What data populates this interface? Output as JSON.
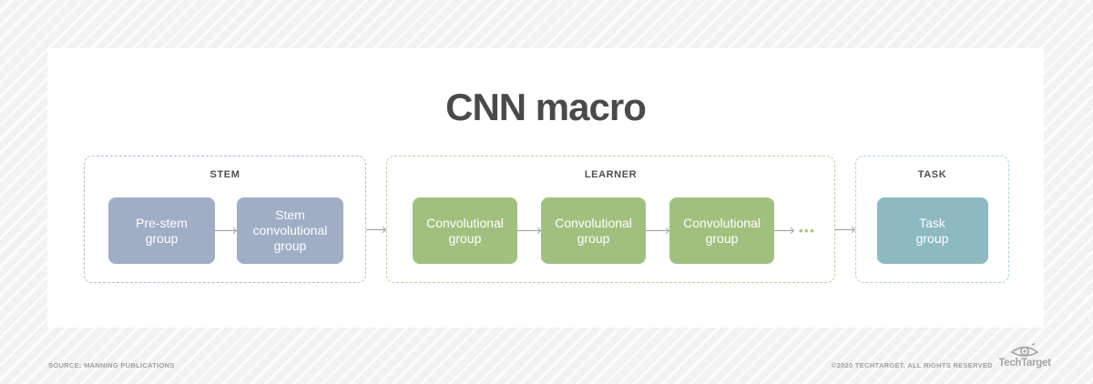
{
  "title": "CNN macro",
  "diagram": {
    "groups": [
      {
        "label": "STEM",
        "accent": "#9fadc5",
        "border": "#b1bdd1",
        "nodes": [
          {
            "label": "Pre-stem\ngroup"
          },
          {
            "label": "Stem\nconvolutional\ngroup"
          }
        ]
      },
      {
        "label": "LEARNER",
        "accent": "#a0c17d",
        "border": "#bdd29a",
        "nodes": [
          {
            "label": "Convolutional\ngroup"
          },
          {
            "label": "Convolutional\ngroup"
          },
          {
            "label": "Convolutional\ngroup"
          }
        ],
        "ellipsis": "•••",
        "ellipsis_color": "#a5c586"
      },
      {
        "label": "TASK",
        "accent": "#8db9c2",
        "border": "#aed2db",
        "nodes": [
          {
            "label": "Task\ngroup"
          }
        ]
      }
    ],
    "arrow_color": "#9b9b9b"
  },
  "footer": {
    "source": "SOURCE: MANNING PUBLICATIONS",
    "copyright": "©2020 TECHTARGET, ALL RIGHTS RESERVED",
    "logo_text": "TechTarget"
  }
}
